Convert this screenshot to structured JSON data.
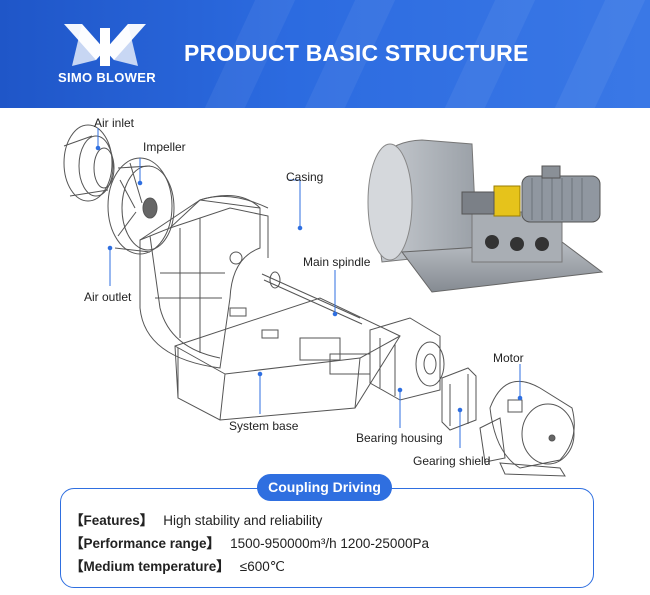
{
  "header": {
    "brand": "SIMO BLOWER",
    "title": "PRODUCT BASIC STRUCTURE",
    "color": "#2c6be0"
  },
  "labels": {
    "air_inlet": "Air inlet",
    "impeller": "Impeller",
    "casing": "Casing",
    "main_spindle": "Main spindle",
    "air_outlet": "Air outlet",
    "motor": "Motor",
    "system_base": "System base",
    "bearing_housing": "Bearing housing",
    "gearing_shield": "Gearing shield"
  },
  "badge": {
    "label": "Coupling Driving"
  },
  "specs": [
    {
      "label": "【Features】",
      "value": "High stability and reliability"
    },
    {
      "label": "【Performance range】",
      "value": "1500-950000m³/h  1200-25000Pa"
    },
    {
      "label": "【Medium temperature】",
      "value": "≤600℃"
    }
  ]
}
